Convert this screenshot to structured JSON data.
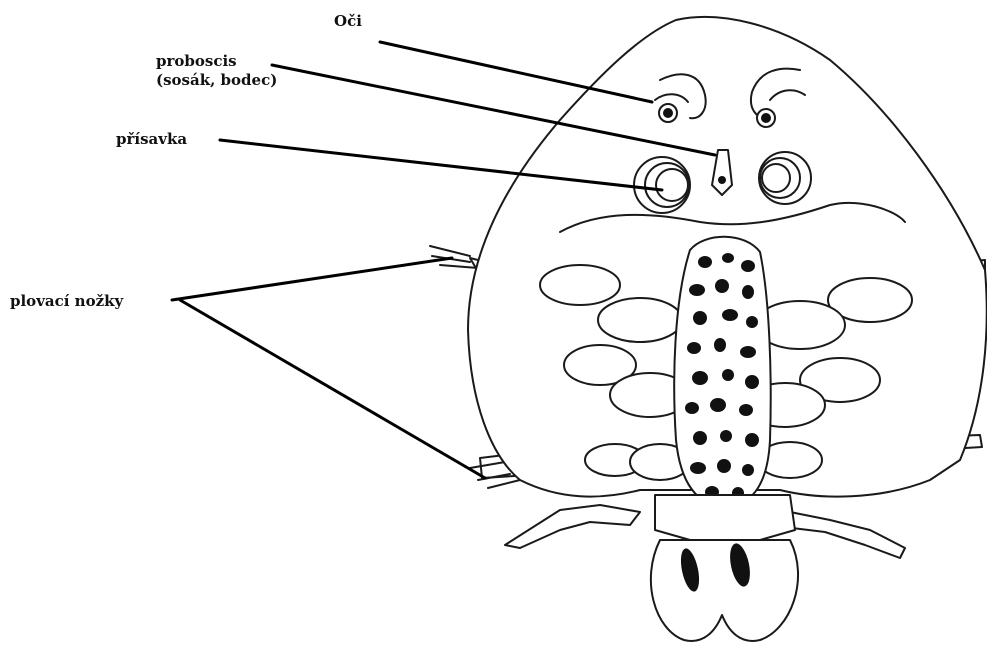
{
  "labels": {
    "eyes": "Oči",
    "proboscis_line1": "proboscis",
    "proboscis_line2": "(sosák, bodec)",
    "sucker": "přísavka",
    "swimming_legs": "plovací nožky"
  },
  "colors": {
    "ink": "#1a1a1a",
    "background": "#ffffff"
  }
}
